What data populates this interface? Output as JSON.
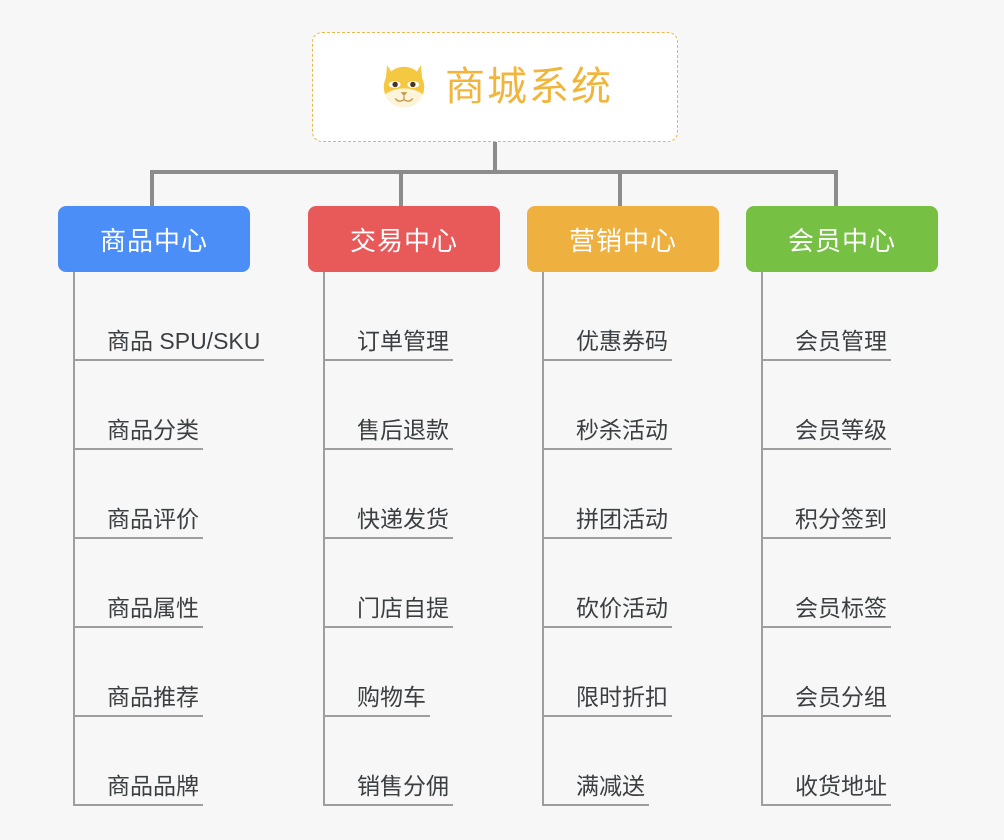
{
  "diagram": {
    "type": "org-chart",
    "background_color": "#f7f7f7",
    "connector_color": "#8c8c8c",
    "leaf_line_color": "#9e9e9e"
  },
  "root": {
    "title": "商城系统",
    "icon": "shiba-dog-face-icon",
    "text_color": "#f2b53c",
    "border_color": "#e8b84b",
    "background_color": "#ffffff"
  },
  "columns": [
    {
      "id": "product-center",
      "header": "商品中心",
      "color": "#4c8ef7",
      "items": [
        "商品 SPU/SKU",
        "商品分类",
        "商品评价",
        "商品属性",
        "商品推荐",
        "商品品牌"
      ]
    },
    {
      "id": "trade-center",
      "header": "交易中心",
      "color": "#e85a5a",
      "items": [
        "订单管理",
        "售后退款",
        "快递发货",
        "门店自提",
        "购物车",
        "销售分佣"
      ]
    },
    {
      "id": "marketing-center",
      "header": "营销中心",
      "color": "#eeb03f",
      "items": [
        "优惠券码",
        "秒杀活动",
        "拼团活动",
        "砍价活动",
        "限时折扣",
        "满减送"
      ]
    },
    {
      "id": "member-center",
      "header": "会员中心",
      "color": "#76c043",
      "items": [
        "会员管理",
        "会员等级",
        "积分签到",
        "会员标签",
        "会员分组",
        "收货地址"
      ]
    }
  ]
}
